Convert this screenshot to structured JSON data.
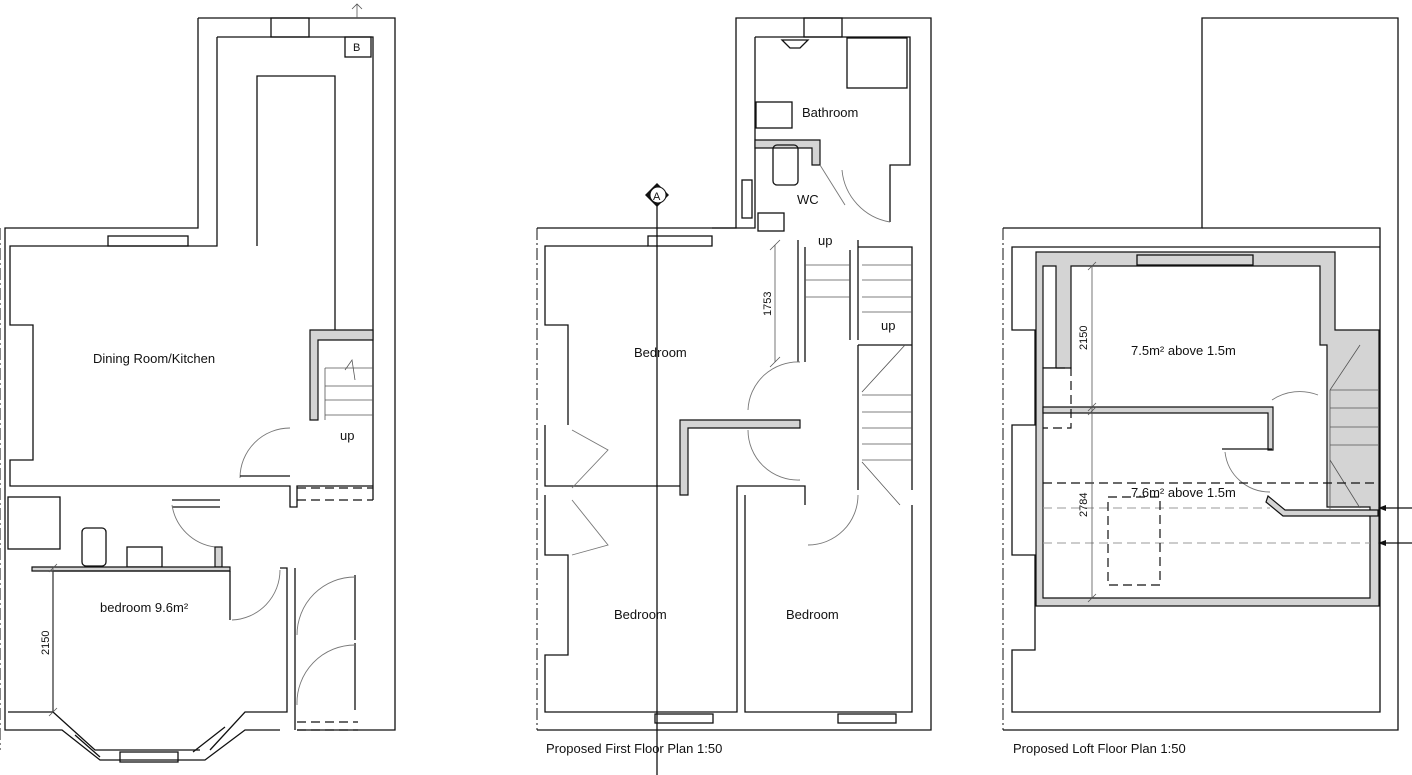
{
  "ground_floor": {
    "rooms": {
      "dining_kitchen": "Dining Room/Kitchen",
      "bedroom": "bedroom 9.6m²"
    },
    "stair_label": "up",
    "dimension": "2150",
    "boiler_tag": "B"
  },
  "first_floor": {
    "section_marker": "A",
    "rooms": {
      "bathroom": "Bathroom",
      "wc": "WC",
      "bedroom_front": "Bedroom",
      "bedroom_rear_left": "Bedroom",
      "bedroom_rear_right": "Bedroom"
    },
    "stair_labels": [
      "up",
      "up"
    ],
    "dimension": "1753",
    "caption": "Proposed First Floor Plan  1:50"
  },
  "loft_floor": {
    "areas": {
      "upper": "7.5m² above 1.5m",
      "lower": "7.6m² above 1.5m"
    },
    "dimensions": [
      "2150",
      "2784"
    ],
    "caption": "Proposed Loft Floor Plan  1:50"
  }
}
